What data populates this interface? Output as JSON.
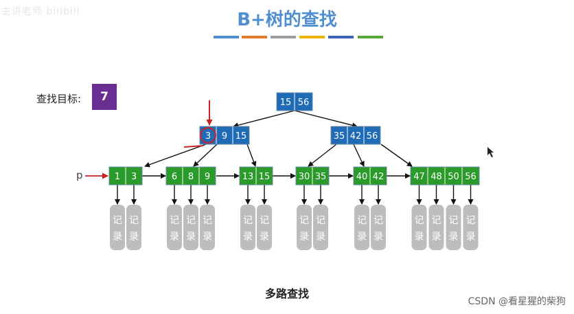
{
  "watermark_top": "主讲老师  bilibili",
  "title": "B+树的查找",
  "title_bar_colors": [
    "#4f8fcf",
    "#e07b2a",
    "#9e9e9e",
    "#f0b400",
    "#3a63b5",
    "#5aa83a"
  ],
  "target": {
    "label": "查找目标:",
    "value": "7"
  },
  "pointer_label": "p",
  "colors": {
    "internal": "#1f6bb5",
    "leaf": "#2a9a2a",
    "record": "#bdbdbd",
    "highlight": "#cc2222",
    "target": "#6a2d91"
  },
  "root": {
    "keys": [
      "15",
      "56"
    ]
  },
  "internal_nodes": [
    {
      "keys": [
        "3",
        "9",
        "15"
      ],
      "highlighted_key": "3"
    },
    {
      "keys": [
        "35",
        "42",
        "56"
      ]
    }
  ],
  "leaves": [
    {
      "keys": [
        "1",
        "3"
      ]
    },
    {
      "keys": [
        "6",
        "8",
        "9"
      ]
    },
    {
      "keys": [
        "13",
        "15"
      ]
    },
    {
      "keys": [
        "30",
        "35"
      ]
    },
    {
      "keys": [
        "40",
        "42"
      ]
    },
    {
      "keys": [
        "47",
        "48",
        "50",
        "56"
      ]
    }
  ],
  "record_label": [
    "记",
    "录"
  ],
  "caption": "多路查找",
  "watermark_bottom": "CSDN @看星猩的柴狗"
}
